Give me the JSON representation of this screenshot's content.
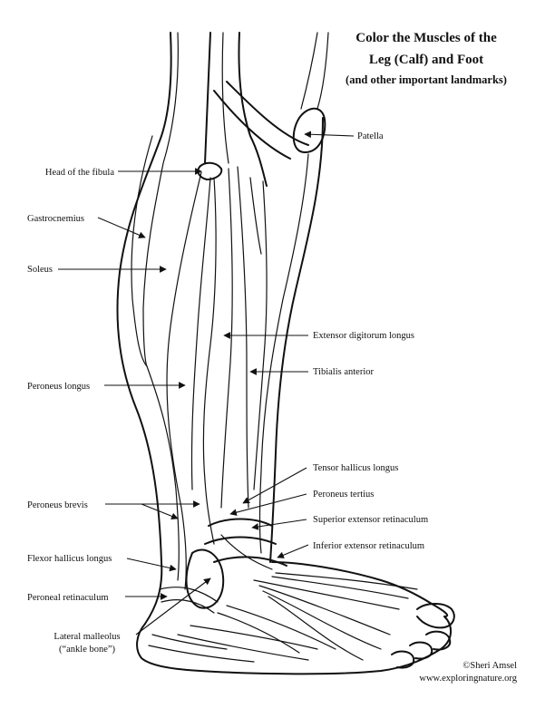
{
  "title": {
    "line1": "Color the Muscles of the",
    "line2": "Leg (Calf) and Foot",
    "line3": "(and other important landmarks)"
  },
  "labels": {
    "patella": "Patella",
    "head_fibula": "Head of the fibula",
    "gastrocnemius": "Gastrocnemius",
    "soleus": "Soleus",
    "extensor_digitorum": "Extensor digitorum longus",
    "tibialis_anterior": "Tibialis anterior",
    "peroneus_longus": "Peroneus longus",
    "tensor_hallicus": "Tensor hallicus longus",
    "peroneus_tertius": "Peroneus tertius",
    "peroneus_brevis": "Peroneus brevis",
    "superior_retinaculum": "Superior extensor retinaculum",
    "inferior_retinaculum": "Inferior extensor retinaculum",
    "flexor_hallicus": "Flexor hallicus longus",
    "peroneal_retinaculum": "Peroneal retinaculum",
    "lateral_malleolus_1": "Lateral malleolus",
    "lateral_malleolus_2": "(“ankle bone”)"
  },
  "credit": {
    "author": "©Sheri Amsel",
    "site": "www.exploringnature.org"
  }
}
